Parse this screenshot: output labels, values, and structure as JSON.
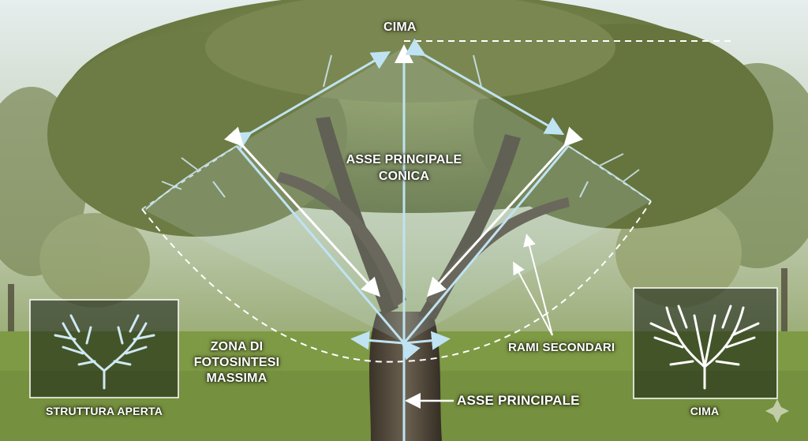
{
  "labels": {
    "cima_top": "CIMA",
    "asse_conica_line1": "ASSE PRINCIPALE",
    "asse_conica_line2": "CONICA",
    "zona_line1": "ZONA DI",
    "zona_line2": "FOTOSINTESI",
    "zona_line3": "MASSIMA",
    "rami_secondari": "RAMI SECONDARI",
    "asse_principale": "ASSE PRINCIPALE",
    "inset_left_caption": "STRUTTURA APERTA",
    "inset_right_caption": "CIMA"
  },
  "colors": {
    "guide_line": "#bfe3f2",
    "arrow_white": "#ffffff",
    "canopy": "#6f7f45",
    "sky": "#dfe8e6",
    "grass": "#7e9a45"
  }
}
